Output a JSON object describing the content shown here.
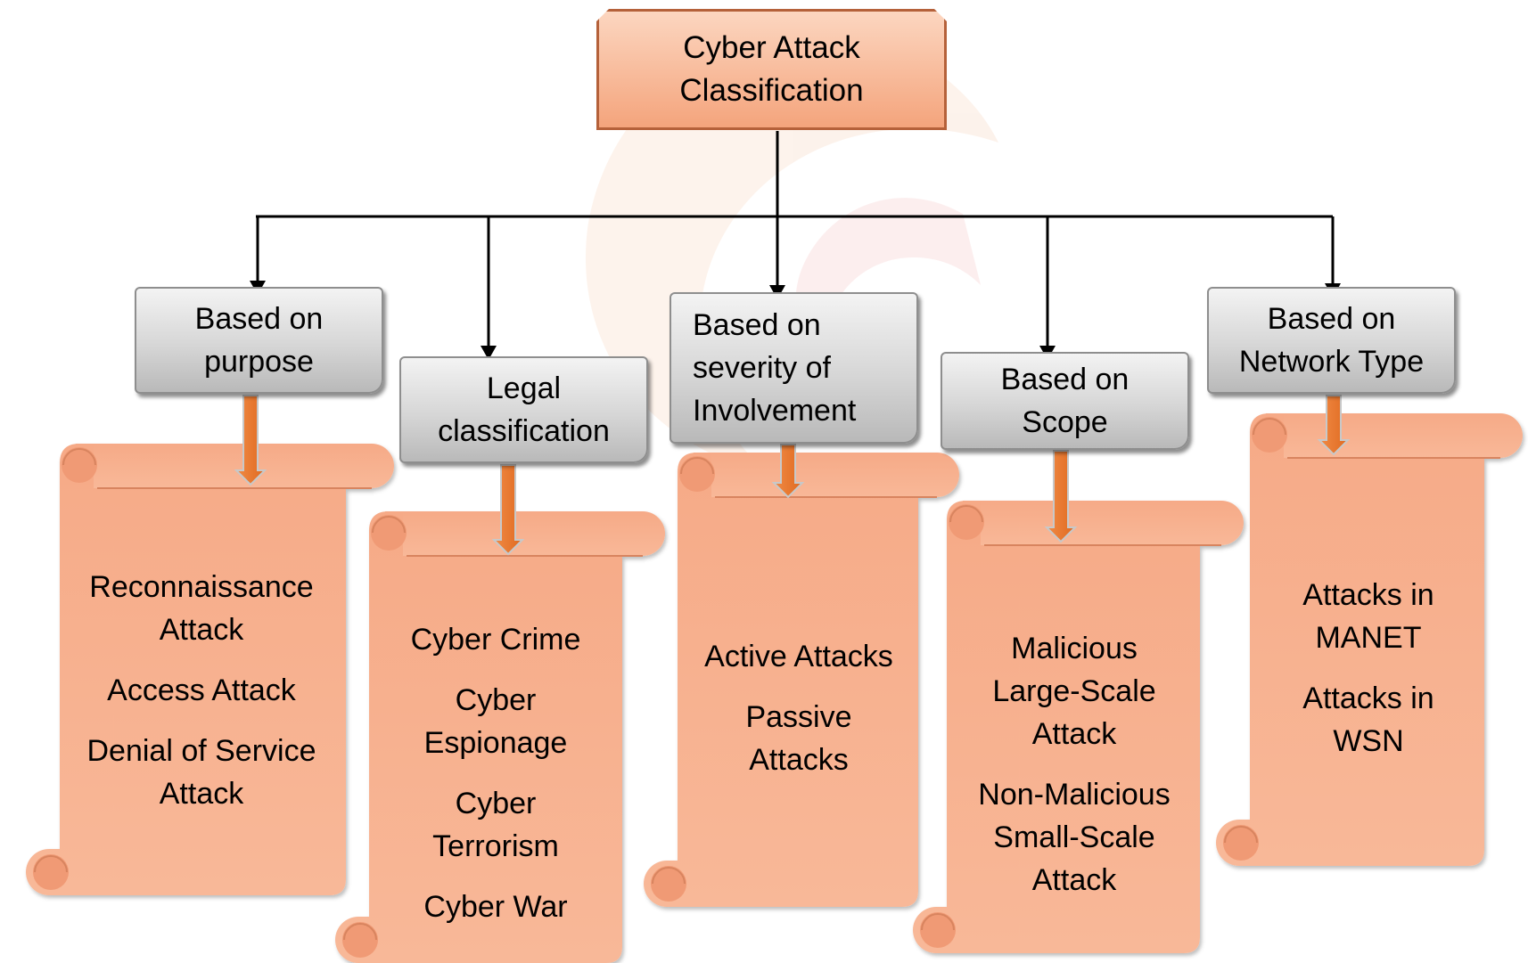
{
  "root": {
    "label": "Cyber Attack\nClassification"
  },
  "categories": [
    {
      "label": "Based on\npurpose",
      "items": [
        "Reconnaissance\nAttack",
        "Access Attack",
        "Denial of Service\nAttack"
      ]
    },
    {
      "label": "Legal\nclassification",
      "items": [
        "Cyber Crime",
        "Cyber\nEspionage",
        "Cyber\nTerrorism",
        "Cyber War"
      ]
    },
    {
      "label": "Based    on\nseverity    of\nInvolvement",
      "items": [
        "Active Attacks",
        "Passive\nAttacks"
      ]
    },
    {
      "label": "Based on\nScope",
      "items": [
        "Malicious\nLarge-Scale\nAttack",
        "Non-Malicious\nSmall-Scale\nAttack"
      ]
    },
    {
      "label": "Based on\nNetwork Type",
      "items": [
        "Attacks in\nMANET",
        "Attacks in\nWSN"
      ]
    }
  ],
  "colors": {
    "root_fill_top": "#fcd6c0",
    "root_fill_bottom": "#f4a47c",
    "category_box": "#d6d6d6",
    "arrow_orange": "#e8762d",
    "scroll_fill": "#f8b494",
    "connector": "#000000"
  }
}
